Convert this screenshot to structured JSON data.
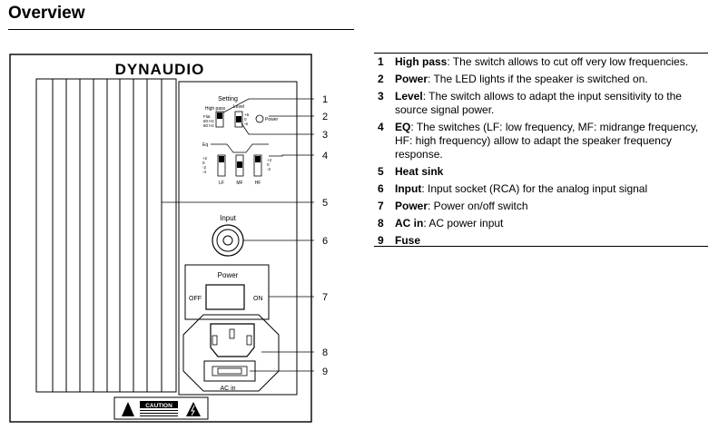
{
  "title": "Overview",
  "diagram": {
    "brand": "DYNAUDIO",
    "setting_label": "Setting",
    "high_pass_label": "High pass",
    "high_pass_options": [
      "Flat",
      "60 Hz",
      "80 Hz"
    ],
    "level_label": "Level",
    "level_options": [
      "+6",
      "0",
      "-6"
    ],
    "power_led_label": "Power",
    "eq_label": "Eq",
    "eq_scale": [
      "+2",
      "0",
      "-2",
      "-4"
    ],
    "eq_scale_right": [
      "+2",
      "0",
      "-2"
    ],
    "eq_bands": [
      "LF",
      "MF",
      "HF"
    ],
    "input_label": "Input",
    "power_switch_label": "Power",
    "switch_off_label": "OFF",
    "switch_on_label": "ON",
    "ac_in_label": "AC in",
    "caution_label": "CAUTION",
    "callouts": [
      "1",
      "2",
      "3",
      "4",
      "5",
      "6",
      "7",
      "8",
      "9"
    ]
  },
  "legend": [
    {
      "num": "1",
      "term": "High pass",
      "desc": ": The switch allows to cut off very low frequencies."
    },
    {
      "num": "2",
      "term": "Power",
      "desc": ": The LED lights if the speaker is switched on."
    },
    {
      "num": "3",
      "term": "Level",
      "desc": ": The switch allows to adapt the input sensitivity to the source signal power."
    },
    {
      "num": "4",
      "term": "EQ",
      "desc": ": The switches (LF: low frequency, MF: midrange frequency, HF: high frequency) allow to adapt the speaker frequency response."
    },
    {
      "num": "5",
      "term": "Heat sink",
      "desc": ""
    },
    {
      "num": "6",
      "term": "Input",
      "desc": ": Input socket (RCA) for the analog input signal"
    },
    {
      "num": "7",
      "term": "Power",
      "desc": ": Power on/off switch"
    },
    {
      "num": "8",
      "term": "AC in",
      "desc": ": AC power input"
    },
    {
      "num": "9",
      "term": "Fuse",
      "desc": ""
    }
  ]
}
